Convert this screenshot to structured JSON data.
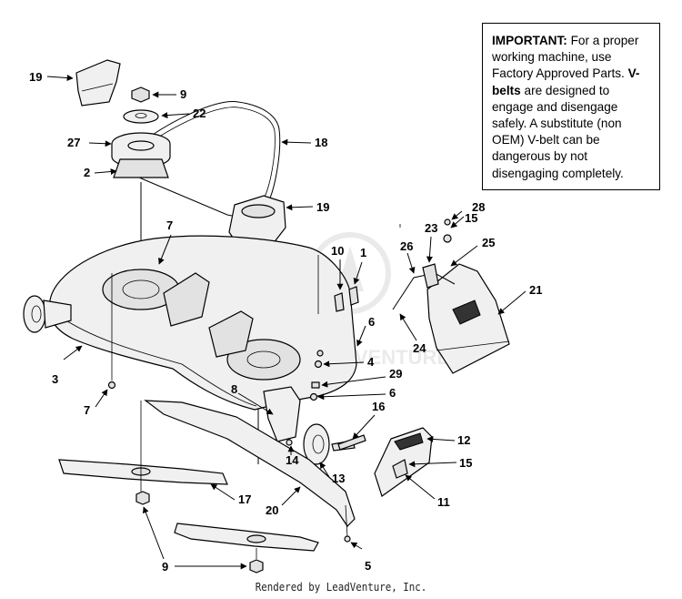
{
  "note": {
    "important_label": "IMPORTANT:",
    "important_text": " For a proper working machine, use Factory Approved Parts. ",
    "vbelts_label": "V-belts",
    "vbelts_text": " are designed to engage and disengage safely. A substitute (non OEM) V-belt can be dangerous by not disengaging completely."
  },
  "footer": "Rendered by LeadVenture, Inc.",
  "watermark_logo": "LEADVENTURE",
  "callouts": {
    "c19a": "19",
    "c9a": "9",
    "c22": "22",
    "c27": "27",
    "c18": "18",
    "c2": "2",
    "c19b": "19",
    "c7a": "7",
    "c10": "10",
    "c1": "1",
    "c28": "28",
    "c15a": "15",
    "c23": "23",
    "c26": "26",
    "c25": "25",
    "c21": "21",
    "c24": "24",
    "c6a": "6",
    "c3": "3",
    "c4": "4",
    "c29": "29",
    "c6b": "6",
    "c8": "8",
    "c7b": "7",
    "c16": "16",
    "c12": "12",
    "c15b": "15",
    "c14": "14",
    "c13": "13",
    "c11": "11",
    "c17": "17",
    "c20": "20",
    "c9b": "9",
    "c5": "5"
  }
}
